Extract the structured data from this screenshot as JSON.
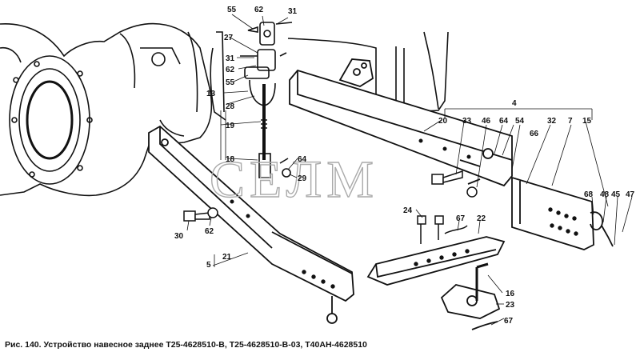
{
  "watermark": "СЕЛМ",
  "caption": "Рис. 140. Устройство навесное заднее Т25-4628510-В, Т25-4628510-В-03, Т40АН-4628510",
  "callouts": {
    "c55a": "55",
    "c62a": "62",
    "c31a": "31",
    "c27": "27",
    "c31b": "31",
    "c62b": "62",
    "c55b": "55",
    "c13": "13",
    "c28": "28",
    "c19": "19",
    "c18": "18",
    "c64a": "64",
    "c29": "29",
    "c30": "30",
    "c62c": "62",
    "c5": "5",
    "c21": "21",
    "c4": "4",
    "c20": "20",
    "c33": "33",
    "c46": "46",
    "c64b": "64",
    "c54": "54",
    "c32": "32",
    "c7": "7",
    "c15": "15",
    "c66": "66",
    "c68": "68",
    "c48": "48",
    "c45": "45",
    "c47": "47",
    "c24": "24",
    "c67a": "67",
    "c22": "22",
    "c16": "16",
    "c23": "23",
    "c67b": "67"
  }
}
